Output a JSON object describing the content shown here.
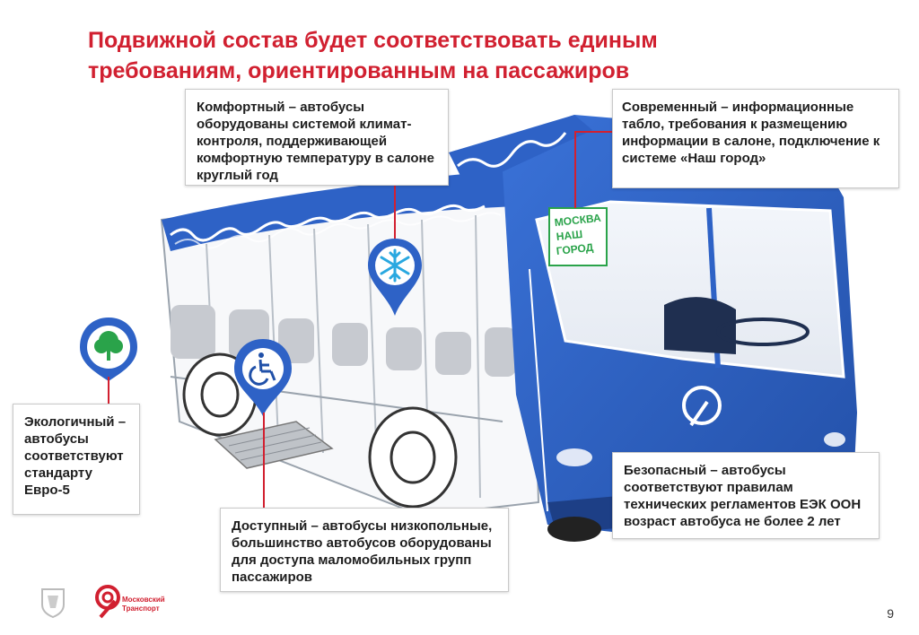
{
  "title": "Подвижной состав будет соответствовать единым требованиям, ориентированным на пассажиров",
  "callouts": {
    "comfort": "Комфортный – автобусы оборудованы системой климат-контроля, поддерживающей комфортную температуру в салоне круглый год",
    "modern": "Современный – информационные табло, требования к размещению информации в салоне, подключение к системе «Наш город»",
    "eco": "Экологичный – автобусы соответствуют стандарту Евро-5",
    "access": "Доступный – автобусы низкопольные, большинство автобусов оборудованы для доступа маломобильных групп пассажиров",
    "safe": "Безопасный – автобусы соответствуют правилам технических регламентов ЕЭК ООН возраст автобуса не более 2 лет"
  },
  "bus_sign": {
    "line1": "МОСКВА",
    "line2": "НАШ",
    "line3": "ГОРОД"
  },
  "logo": {
    "line1": "Московский",
    "line2": "Транспорт"
  },
  "page_number": "9",
  "colors": {
    "accent": "#d12030",
    "bus_blue": "#2e62c6",
    "sign_green": "#2aa34a"
  },
  "icons": [
    "snowflake-icon",
    "wheelchair-icon",
    "tree-icon",
    "moscow-transport-logo-icon",
    "moscow-coat-of-arms-icon"
  ]
}
